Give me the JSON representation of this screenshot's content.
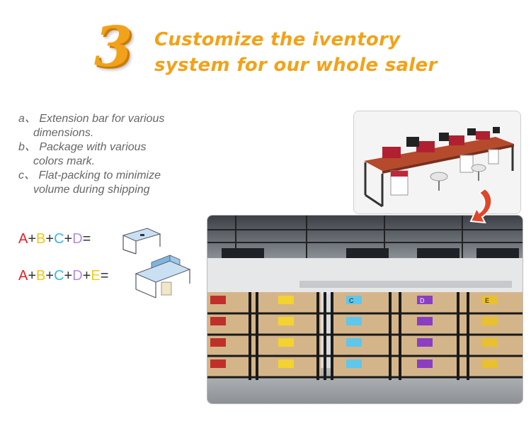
{
  "header": {
    "step_number": "3",
    "title_line1": "Customize the iventory",
    "title_line2": "system for our whole saler"
  },
  "features": [
    {
      "prefix": "a、",
      "line1": "Extension bar for various",
      "line2": "dimensions."
    },
    {
      "prefix": "b、",
      "line1": "Package with various",
      "line2": "colors mark."
    },
    {
      "prefix": "c、",
      "line1": "Flat-packing to minimize",
      "line2": "volume during shipping"
    }
  ],
  "formulas": [
    {
      "terms": [
        "A",
        "B",
        "C",
        "D"
      ],
      "equals": "="
    },
    {
      "terms": [
        "A",
        "B",
        "C",
        "D",
        "E"
      ],
      "equals": "="
    }
  ],
  "plus": "+",
  "warehouse": {
    "columns": [
      {
        "letter": "C"
      },
      {
        "letter": "D"
      },
      {
        "letter": "E"
      }
    ]
  },
  "colors": {
    "accent": "#f2a21a",
    "A": "#e0202a",
    "B": "#f4c414",
    "C": "#36b8e6",
    "D": "#b48ce0",
    "E": "#e8d020"
  }
}
